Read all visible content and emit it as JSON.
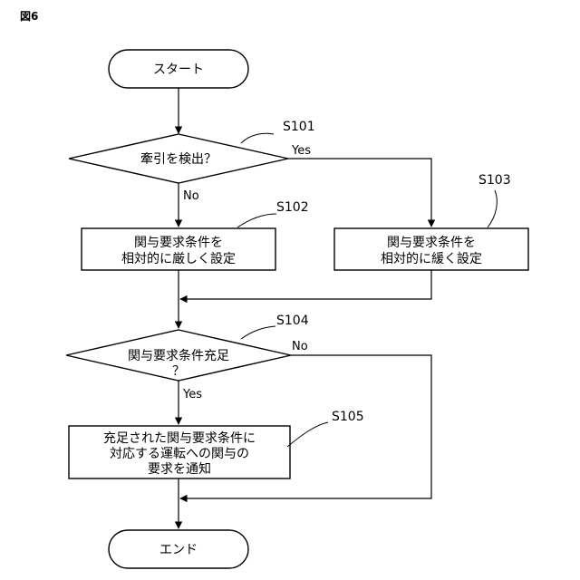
{
  "figure_label": "図6",
  "nodes": {
    "start": {
      "text": "スタート"
    },
    "s101": {
      "text": "牽引を検出？",
      "step": "S101"
    },
    "s102": {
      "lines": [
        "関与要求条件を",
        "相対的に厳しく設定"
      ],
      "step": "S102"
    },
    "s103": {
      "lines": [
        "関与要求条件を",
        "相対的に緩く設定"
      ],
      "step": "S103"
    },
    "s104": {
      "lines": [
        "関与要求条件充足",
        "？"
      ],
      "step": "S104"
    },
    "s105": {
      "lines": [
        "充足された関与要求条件に",
        "対応する運転への関与の",
        "要求を通知"
      ],
      "step": "S105"
    },
    "end": {
      "text": "エンド"
    }
  },
  "edge_labels": {
    "s101_yes": "Yes",
    "s101_no": "No",
    "s104_no": "No",
    "s104_yes": "Yes"
  }
}
